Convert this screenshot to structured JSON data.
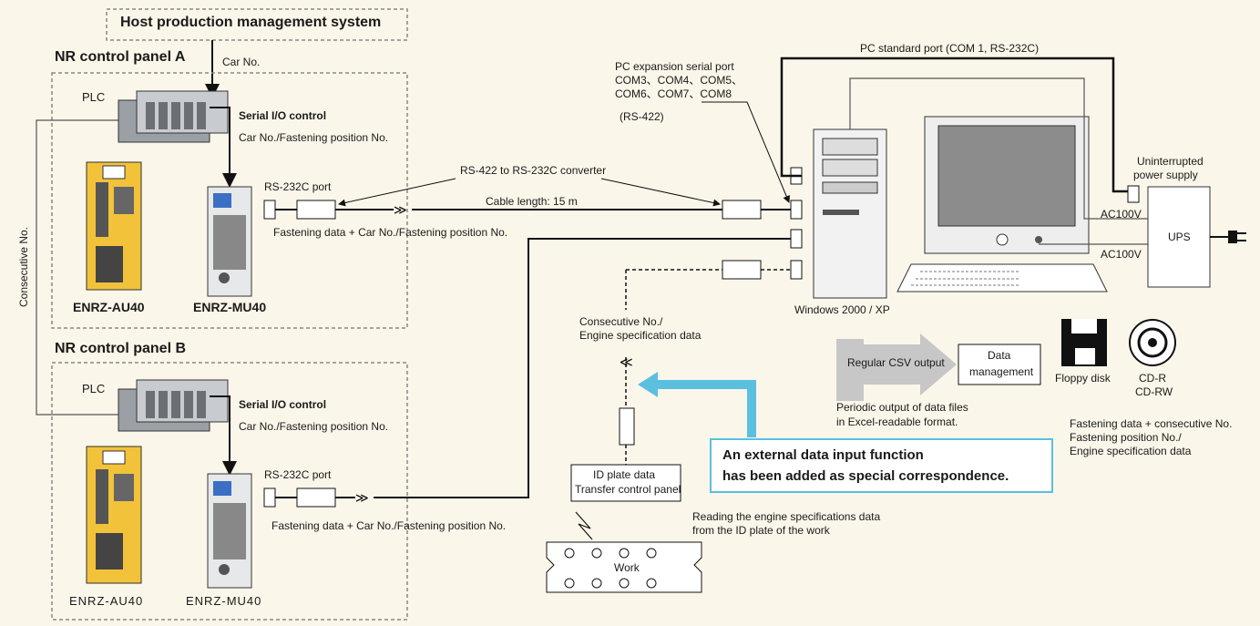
{
  "host_system": "Host production management system",
  "panel_a": {
    "title": "NR control panel A",
    "car_no": "Car No.",
    "plc": "PLC",
    "serial_io": "Serial I/O control",
    "car_fastening": "Car No./Fastening position No.",
    "rs232c_port": "RS-232C port",
    "fastening_data": "Fastening data + Car No./Fastening position No.",
    "au40": "ENRZ-AU40",
    "mu40": "ENRZ-MU40"
  },
  "panel_b": {
    "title": "NR control panel B",
    "plc": "PLC",
    "serial_io": "Serial I/O control",
    "car_fastening": "Car No./Fastening position No.",
    "rs232c_port": "RS-232C port",
    "fastening_data": "Fastening data + Car No./Fastening position No.",
    "au40": "ENRZ-AU40",
    "mu40": "ENRZ-MU40"
  },
  "consecutive_no": "Consecutive No.",
  "converter": "RS-422 to RS-232C converter",
  "cable_length": "Cable length: 15 m",
  "pc_expansion": [
    "PC expansion serial port",
    "COM3、COM4、COM5、",
    "COM6、COM7、COM8",
    "(RS-422)"
  ],
  "pc_standard": "PC standard port (COM 1, RS-232C)",
  "ups_label": [
    "Uninterrupted",
    "power supply"
  ],
  "ups": "UPS",
  "ac100v_1": "AC100V",
  "ac100v_2": "AC100V",
  "windows": "Windows 2000 / XP",
  "consecutive_engine": [
    "Consecutive No./",
    "Engine specification data"
  ],
  "csv_output": "Regular CSV output",
  "data_management": [
    "Data",
    "management"
  ],
  "floppy": "Floppy disk",
  "cdr": [
    "CD-R",
    "CD-RW"
  ],
  "periodic": [
    "Periodic output of data files",
    "in Excel-readable format."
  ],
  "fastening_consec": [
    "Fastening data + consecutive No.",
    "Fastening position No./",
    "Engine specification data"
  ],
  "external_input": [
    "An external data input function",
    "has been added as special correspondence."
  ],
  "id_plate": [
    "ID plate data",
    "Transfer control panel"
  ],
  "reading": [
    "Reading the engine specifications data",
    "from the ID plate of the work"
  ],
  "work": "Work",
  "colors": {
    "accent_blue": "#5bbfe0",
    "yellow_unit": "#f2c23a",
    "dashed": "#8a8a8a"
  }
}
